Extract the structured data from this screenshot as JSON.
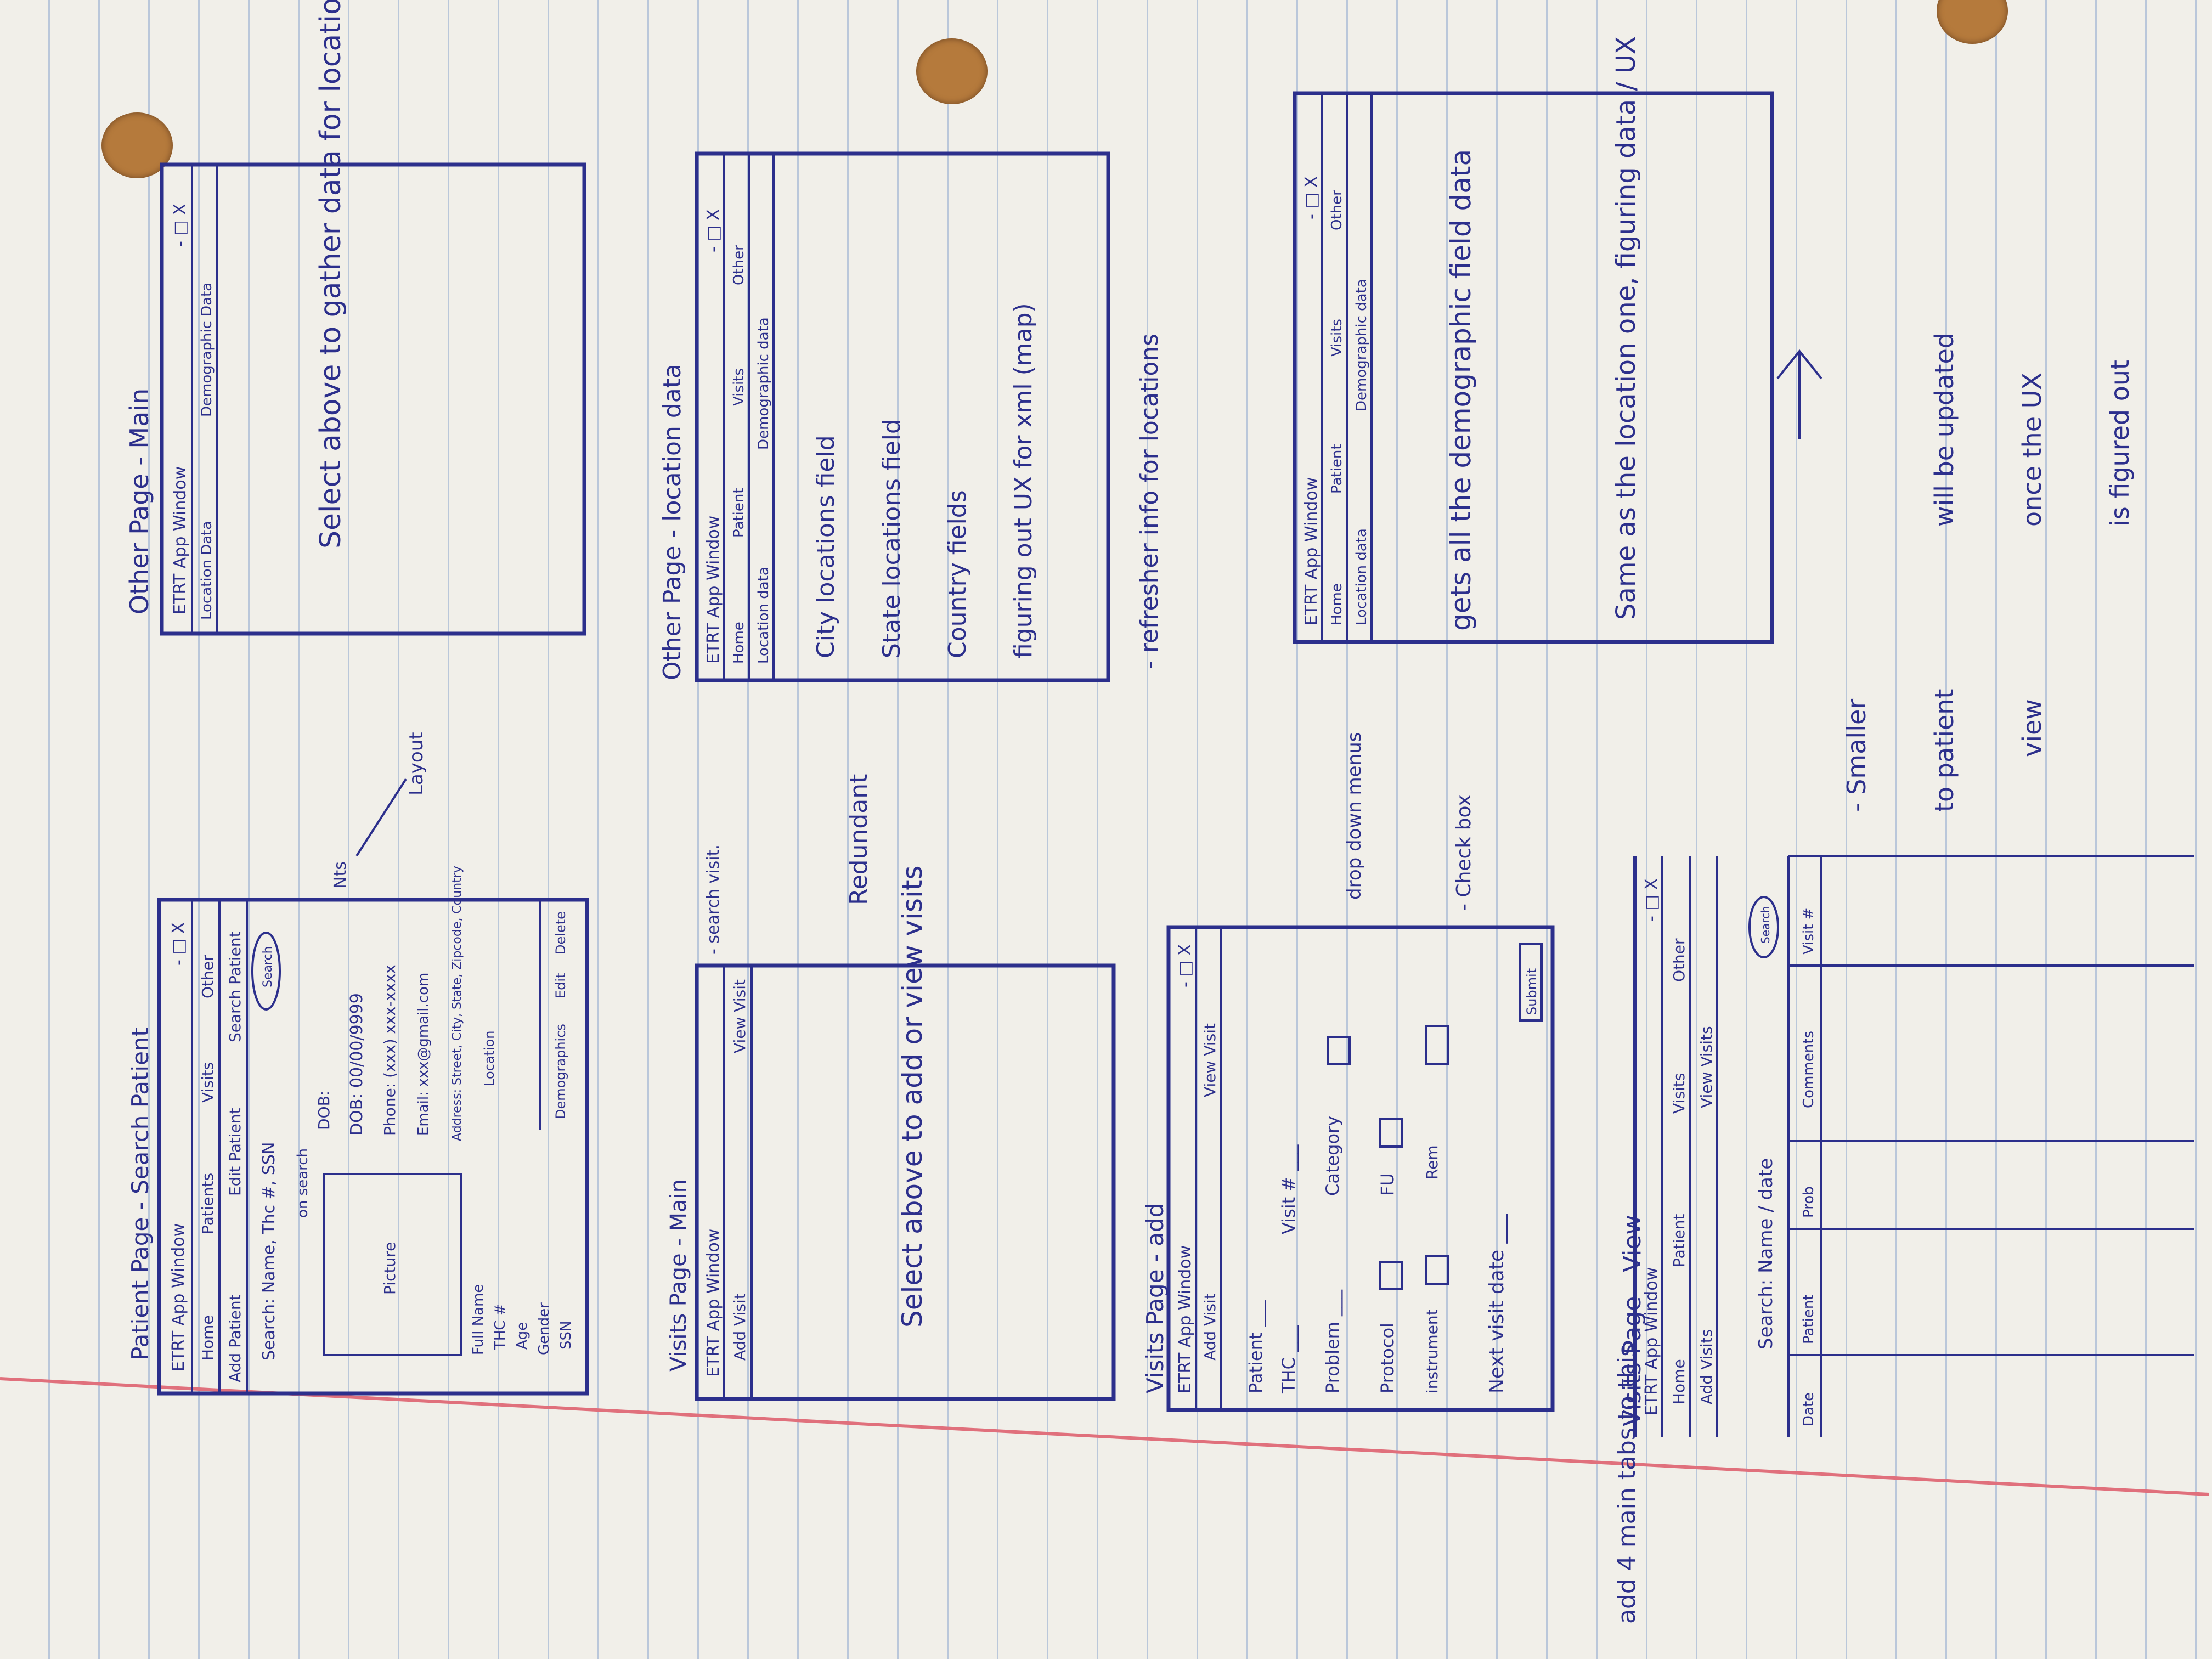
{
  "sketch": {
    "box1": {
      "title": "Patient Page - Search Patient",
      "window_title": "ETRT App Window",
      "window_controls": "- □ X",
      "tabs": [
        "Home",
        "Patients",
        "Visits",
        "Other"
      ],
      "subtabs": [
        "Add Patient",
        "Edit Patient",
        "Search Patient"
      ],
      "search_row": "Search: Name, Thc #, SSN",
      "search_button": "Search",
      "on_search": "on search",
      "picture": "Picture",
      "dob": "DOB:",
      "dob_value": "DOB: 00/00/9999",
      "phone": "Phone: (xxx) xxx-xxxx",
      "email": "Email: xxx@gmail.com",
      "address": "Address: Street, City, State, Zipcode, Country",
      "fields": [
        "Full Name",
        "THC #",
        "Age",
        "Gender",
        "SSN"
      ],
      "location": "Location",
      "buttons": [
        "Demographics",
        "Edit",
        "Delete"
      ],
      "note_nts": "Nts",
      "note_layout": "Layout"
    },
    "box2": {
      "title": "Other Page - Main",
      "window_title": "ETRT App Window",
      "window_controls": "- □ X",
      "tabs": [
        "Location Data",
        "Demographic Data"
      ],
      "body": "Select above to gather data for location of demographics"
    },
    "box3": {
      "title": "Visits Page - Main",
      "window_title": "ETRT App Window",
      "tabs": [
        "Add Visit",
        "View Visit"
      ],
      "body": "Select above to add or view visits",
      "note_search": "- search visit.",
      "note_redundant": "Redundant"
    },
    "box4": {
      "title": "Other Page - location data",
      "window_title": "ETRT App Window",
      "window_controls": "- □ X",
      "tabs": [
        "Home",
        "Patient",
        "Visits",
        "Other"
      ],
      "subtabs": [
        "Location data",
        "Demographic data"
      ],
      "lines": [
        "City locations field",
        "State locations field",
        "Country fields",
        "figuring out UX for xml (map)"
      ],
      "note_refresh": "- refresher info for locations"
    },
    "box5": {
      "title": "Visits Page - add",
      "window_title": "ETRT App Window",
      "window_controls": "- □ X",
      "tabs": [
        "Add Visit",
        "View Visit"
      ],
      "fields": [
        "Patient ___",
        "THC ___",
        "Visit # ___",
        "Problem ___",
        "Category",
        "Protocol",
        "FU",
        "instrument",
        "Rem",
        "Next visit date ___"
      ],
      "submit": "Submit",
      "note_dropdown": "drop down menus",
      "note_check": "- Check box",
      "note_add": "add 4 main tabs to this"
    },
    "box6": {
      "title": "Other Page - location data",
      "window_title": "ETRT App Window",
      "window_controls": "- □ X",
      "tabs": [
        "Home",
        "Patient",
        "Visits",
        "Other"
      ],
      "subtabs": [
        "Location data",
        "Demographic data"
      ],
      "lines": [
        "gets all the demographic field data",
        "Same as the location one, figuring data / UX"
      ],
      "note_smaller": "- Smaller",
      "note_patient": "to patient",
      "note_updated": "will be updated",
      "note_view": "view",
      "note_once": "once the UX",
      "note_figured": "is figured out"
    },
    "box7": {
      "title": "Visits Page - View",
      "window_title": "ETRT App Window",
      "window_controls": "- □ X",
      "tabs": [
        "Home",
        "Patient",
        "Visits",
        "Other"
      ],
      "subtabs": [
        "Add Visits",
        "View Visits"
      ],
      "search": "Search: Name / date",
      "search_button": "Search",
      "columns": [
        "Date",
        "Patient",
        "Prob",
        "Comments",
        "Visit #"
      ]
    }
  }
}
